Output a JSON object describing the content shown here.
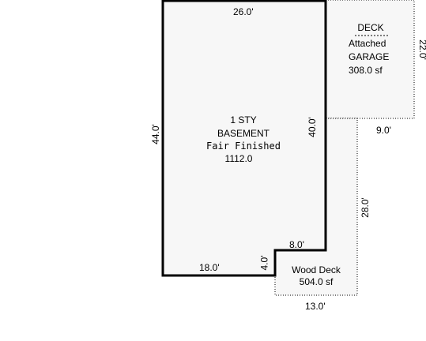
{
  "colors": {
    "outline": "#000000",
    "fill": "#f7f7f7",
    "dotted": "#000000",
    "background": "#ffffff"
  },
  "main": {
    "label_line1": "1 STY",
    "label_line2": "BASEMENT",
    "label_line3": "Fair Finished",
    "area": "1112.0",
    "dims": {
      "top": "26.0'",
      "left": "44.0'",
      "right": "40.0'",
      "notch_top": "8.0'",
      "notch_left": "4.0'",
      "bottom": "18.0'"
    }
  },
  "garage": {
    "deck_label": "DECK",
    "line1": "Attached",
    "line2": "GARAGE",
    "area": "308.0 sf",
    "dims": {
      "bottom": "9.0'",
      "side": "22.0'"
    }
  },
  "wood_deck": {
    "line1": "Wood Deck",
    "area": "504.0 sf",
    "dims": {
      "side": "28.0'",
      "bottom": "13.0'"
    }
  }
}
